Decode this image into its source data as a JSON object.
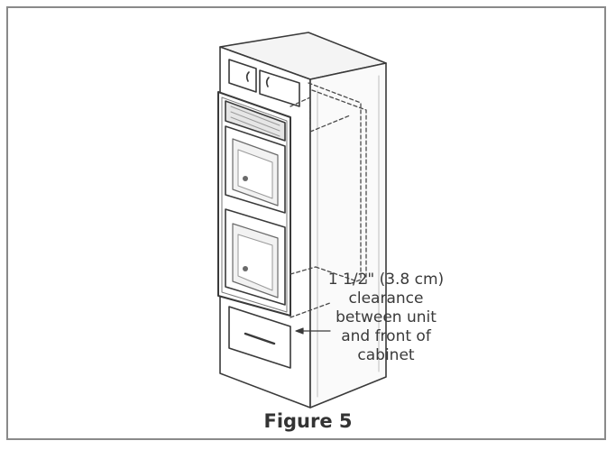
{
  "callout": {
    "line1": "1 1/2\" (3.8 cm)",
    "line2": "clearance",
    "line3": "between unit",
    "line4": "and front of",
    "line5": "cabinet"
  },
  "caption": "Figure 5"
}
